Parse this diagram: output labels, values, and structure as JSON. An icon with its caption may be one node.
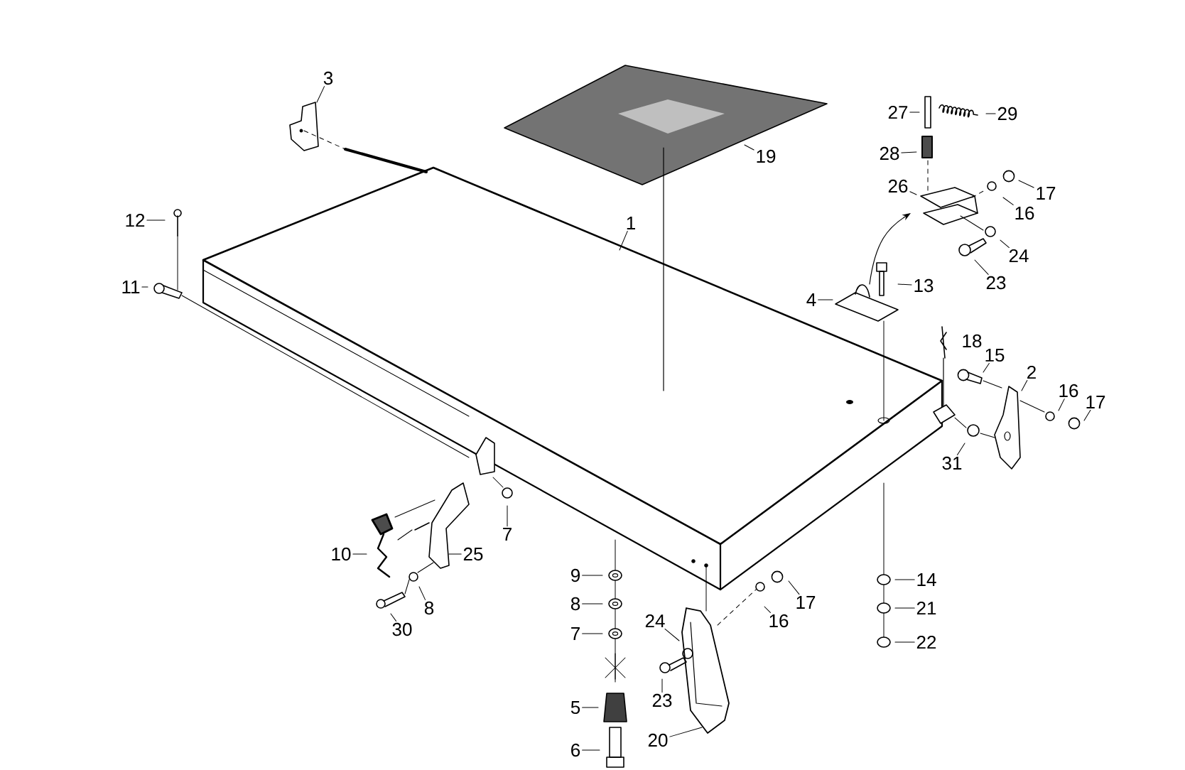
{
  "diagram": {
    "nodes": [
      {
        "text": [
          "3"
        ]
      },
      {
        "text": [
          "27"
        ]
      },
      {
        "text": [
          "29"
        ]
      },
      {
        "text": [
          "19"
        ]
      },
      {
        "text": [
          "28"
        ]
      },
      {
        "text": [
          "26"
        ]
      },
      {
        "text": [
          "17"
        ]
      },
      {
        "text": [
          "1"
        ]
      },
      {
        "text": [
          "12"
        ]
      },
      {
        "text": [
          "16"
        ]
      },
      {
        "text": [
          "24"
        ]
      },
      {
        "text": [
          "23"
        ]
      },
      {
        "text": [
          "13"
        ]
      },
      {
        "text": [
          "11"
        ]
      },
      {
        "text": [
          "4"
        ]
      },
      {
        "text": [
          "15"
        ]
      },
      {
        "text": [
          "2"
        ]
      },
      {
        "text": [
          "16"
        ]
      },
      {
        "text": [
          "17"
        ]
      },
      {
        "text": [
          "31"
        ]
      },
      {
        "text": [
          "7"
        ]
      },
      {
        "text": [
          "10"
        ]
      },
      {
        "text": [
          "25"
        ]
      },
      {
        "text": [
          "9"
        ]
      },
      {
        "text": [
          "14"
        ]
      },
      {
        "text": [
          "17"
        ]
      },
      {
        "text": [
          "8"
        ]
      },
      {
        "text": [
          "16"
        ]
      },
      {
        "text": [
          "8"
        ]
      },
      {
        "text": [
          "21"
        ]
      },
      {
        "text": [
          "24"
        ]
      },
      {
        "text": [
          "7"
        ]
      },
      {
        "text": [
          "30"
        ]
      },
      {
        "text": [
          "22"
        ]
      },
      {
        "text": [
          "23"
        ]
      },
      {
        "text": [
          "5"
        ]
      },
      {
        "text": [
          "20"
        ]
      },
      {
        "text": [
          "6"
        ]
      }
    ],
    "edges": [
      {
        "from": 0,
        "to": null,
        "arrow": "none"
      },
      {
        "from": 1,
        "to": null,
        "arrow": "none"
      },
      {
        "from": 2,
        "to": null,
        "arrow": "none"
      },
      {
        "from": 3,
        "to": null,
        "arrow": "none"
      },
      {
        "from": 4,
        "to": null,
        "arrow": "none"
      },
      {
        "from": 5,
        "to": null,
        "arrow": "none"
      },
      {
        "from": 6,
        "to": null,
        "arrow": "none"
      },
      {
        "from": 7,
        "to": null,
        "arrow": "none"
      },
      {
        "from": 8,
        "to": null,
        "arrow": "none"
      },
      {
        "from": 9,
        "to": null,
        "arrow": "none"
      },
      {
        "from": 10,
        "to": null,
        "arrow": "none"
      },
      {
        "from": 11,
        "to": null,
        "arrow": "none"
      },
      {
        "from": 12,
        "to": null,
        "arrow": "none"
      },
      {
        "from": 13,
        "to": null,
        "arrow": "none"
      },
      {
        "from": 14,
        "to": null,
        "arrow": "none"
      },
      {
        "from": 15,
        "to": null,
        "arrow": "none"
      },
      {
        "from": 16,
        "to": null,
        "arrow": "none"
      },
      {
        "from": 17,
        "to": null,
        "arrow": "none"
      },
      {
        "from": 18,
        "to": null,
        "arrow": "none"
      },
      {
        "from": 19,
        "to": null,
        "arrow": "none"
      },
      {
        "from": 20,
        "to": null,
        "arrow": "none"
      },
      {
        "from": 21,
        "to": null,
        "arrow": "none"
      },
      {
        "from": 22,
        "to": null,
        "arrow": "none"
      },
      {
        "from": 23,
        "to": null,
        "arrow": "none"
      },
      {
        "from": 24,
        "to": null,
        "arrow": "none"
      },
      {
        "from": 25,
        "to": null,
        "arrow": "none"
      },
      {
        "from": 26,
        "to": null,
        "arrow": "none"
      },
      {
        "from": 27,
        "to": null,
        "arrow": "none"
      },
      {
        "from": 28,
        "to": null,
        "arrow": "none"
      },
      {
        "from": 29,
        "to": null,
        "arrow": "none"
      },
      {
        "from": 30,
        "to": null,
        "arrow": "none"
      },
      {
        "from": 31,
        "to": null,
        "arrow": "none"
      },
      {
        "from": 32,
        "to": null,
        "arrow": "none"
      },
      {
        "from": 33,
        "to": null,
        "arrow": "none"
      },
      {
        "from": 34,
        "to": null,
        "arrow": "none"
      },
      {
        "from": 35,
        "to": null,
        "arrow": "none"
      },
      {
        "from": 36,
        "to": null,
        "arrow": "none"
      },
      {
        "from": 37,
        "to": null,
        "arrow": "none"
      }
    ],
    "labels": [
      "18"
    ]
  }
}
